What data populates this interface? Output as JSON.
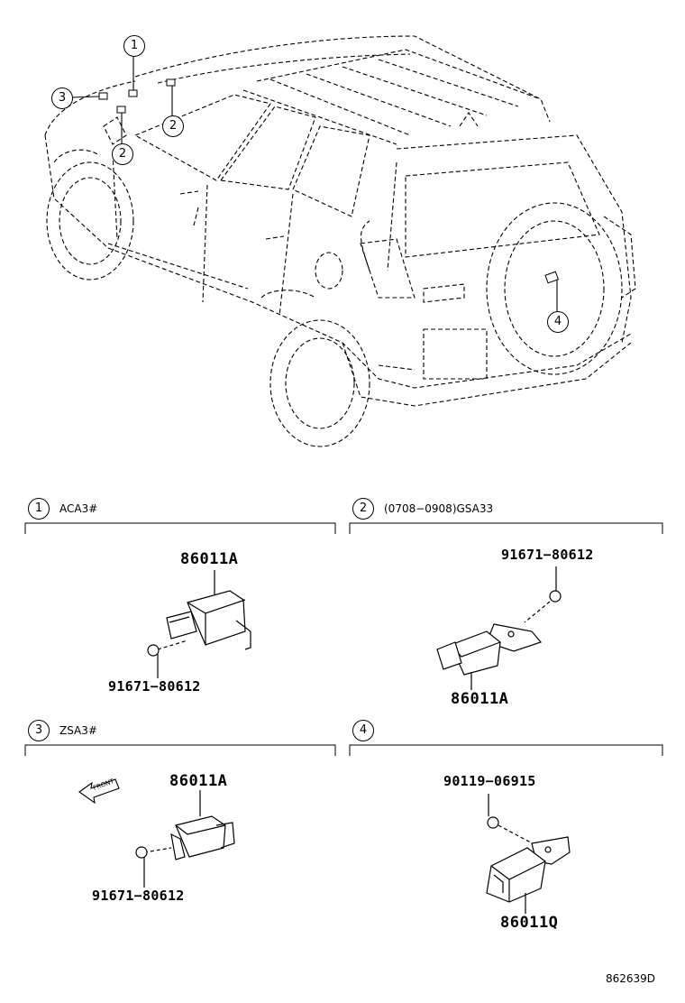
{
  "overview": {
    "callouts": [
      "1",
      "2",
      "2",
      "3",
      "4"
    ]
  },
  "sections": [
    {
      "num": "1",
      "condition": "ACA3#",
      "part": "86011A",
      "bolt": "91671−80612"
    },
    {
      "num": "2",
      "condition": "(0708−0908)GSA33",
      "part": "86011A",
      "bolt": "91671−80612"
    },
    {
      "num": "3",
      "condition": "ZSA3#",
      "part": "86011A",
      "bolt": "91671−80612",
      "front_label": "FRONT"
    },
    {
      "num": "4",
      "condition": "",
      "part": "86011Q",
      "bolt": "90119−06915"
    }
  ],
  "drawing_code": "862639D",
  "icons": [
    "car-overview-icon",
    "sensor-icon",
    "bolt-icon",
    "front-arrow-icon",
    "bracket-sensor-icon"
  ]
}
